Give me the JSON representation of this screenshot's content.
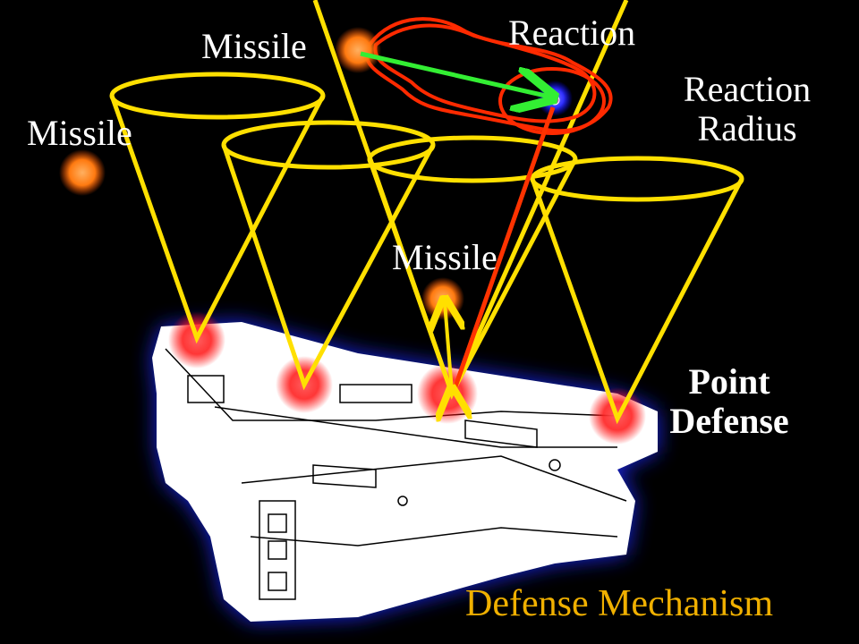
{
  "labels": {
    "missile_left": "Missile",
    "missile_top": "Missile",
    "missile_center": "Missile",
    "reaction": "Reaction",
    "reaction_radius_line1": "Reaction",
    "reaction_radius_line2": "Radius",
    "point_defense_line1": "Point",
    "point_defense_line2": "Defense",
    "title": "Defense Mechanism"
  },
  "colors": {
    "background": "#000000",
    "cone": "#ffe000",
    "missile": "#ff7a10",
    "reaction_outline": "#ff2a00",
    "reaction_core": "#3a3aff",
    "intercept_arrow": "#33ee33",
    "defense_glow": "#ff2020",
    "ship_fill": "#ffffff",
    "ship_glow": "#1e2cff",
    "title": "#f0b000"
  }
}
